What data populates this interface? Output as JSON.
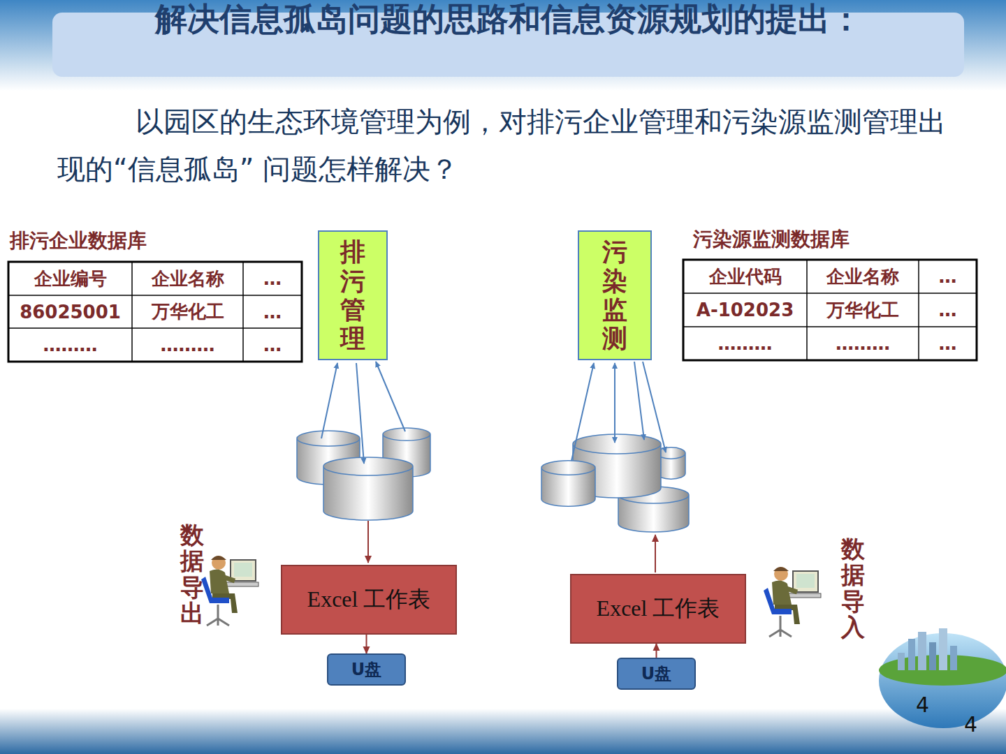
{
  "diagram": {
    "title": "解决信息孤岛问题的思路和信息资源规划的提出：",
    "nodes": [
      {
        "text": [
          "排污管理"
        ]
      },
      {
        "text": [
          "污染监测"
        ]
      },
      {
        "text": [
          "Excel 工作表"
        ]
      },
      {
        "text": [
          "Excel 工作表"
        ]
      },
      {
        "text": [
          "U盘"
        ]
      },
      {
        "text": [
          "U盘"
        ]
      }
    ],
    "edges": [
      {
        "from": 2,
        "to": 4,
        "arrow": "to"
      },
      {
        "from": 5,
        "to": 3,
        "arrow": "to"
      }
    ],
    "labels": [
      "以园区的生态环境管理为例，对排污企业管理和污染源监测管理出现的“信息孤岛” 问题怎样解决？",
      "排污企业数据库",
      "企业编号",
      "企业名称",
      "…",
      "86025001",
      "万华化工",
      "…",
      "………",
      "………",
      "…",
      "污染源监测数据库",
      "企业代码",
      "企业名称",
      "…",
      "A-102023",
      "万华化工",
      "…",
      "………",
      "………",
      "…",
      "数据导出",
      "数据导入",
      "4",
      "4"
    ]
  }
}
